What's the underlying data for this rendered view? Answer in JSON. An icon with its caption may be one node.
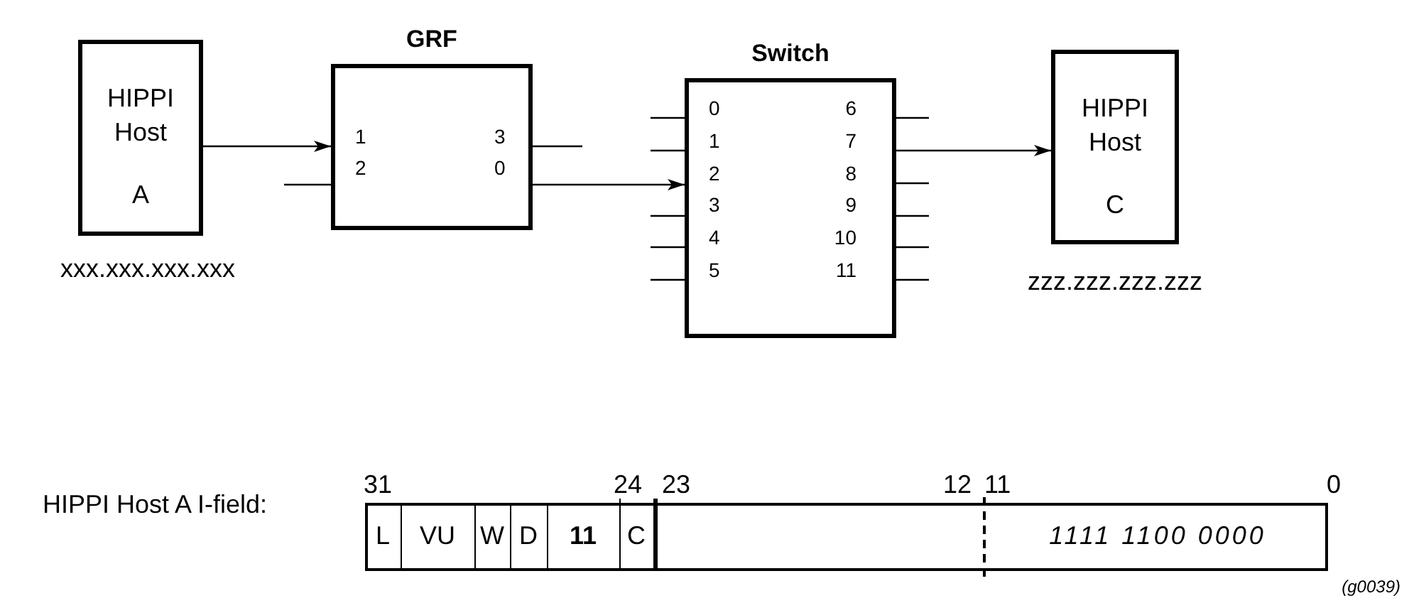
{
  "diagram": {
    "nodes": [
      {
        "text": [
          "HIPPI Host",
          "A"
        ],
        "beside": [
          "xxx.xxx.xxx.xxx"
        ]
      },
      {
        "text": [
          "GRF",
          "1",
          "2",
          "3",
          "0"
        ]
      },
      {
        "text": [
          "Switch",
          "0",
          "1",
          "2",
          "3",
          "4",
          "5",
          "6",
          "7",
          "8",
          "9",
          "10",
          "11"
        ]
      },
      {
        "text": [
          "HIPPI Host",
          "C"
        ],
        "beside": [
          "zzz.zzz.zzz.zzz"
        ]
      }
    ],
    "edges": [
      {
        "from": 0,
        "to": 1,
        "arrow": "to"
      },
      {
        "from": null,
        "to": 1,
        "arrow": "none"
      },
      {
        "from": 1,
        "to": null,
        "arrow": "none"
      },
      {
        "from": 1,
        "to": 2,
        "arrow": "to"
      },
      {
        "from": null,
        "to": 2,
        "arrow": "none"
      },
      {
        "from": null,
        "to": 2,
        "arrow": "none"
      },
      {
        "from": null,
        "to": 2,
        "arrow": "none"
      },
      {
        "from": null,
        "to": 2,
        "arrow": "none"
      },
      {
        "from": null,
        "to": 2,
        "arrow": "none"
      },
      {
        "from": 2,
        "to": null,
        "arrow": "none"
      },
      {
        "from": 2,
        "to": 3,
        "arrow": "to"
      },
      {
        "from": 2,
        "to": null,
        "arrow": "none"
      },
      {
        "from": 2,
        "to": null,
        "arrow": "none"
      },
      {
        "from": 2,
        "to": null,
        "arrow": "none"
      },
      {
        "from": 2,
        "to": null,
        "arrow": "none"
      }
    ],
    "labels": [
      "HIPPI Host A I-field:",
      "31",
      "24",
      "23",
      "12",
      "11",
      "0",
      "L",
      "VU",
      "W",
      "D",
      "11",
      "C",
      "1111 1100 0000",
      "(g0039)"
    ]
  }
}
